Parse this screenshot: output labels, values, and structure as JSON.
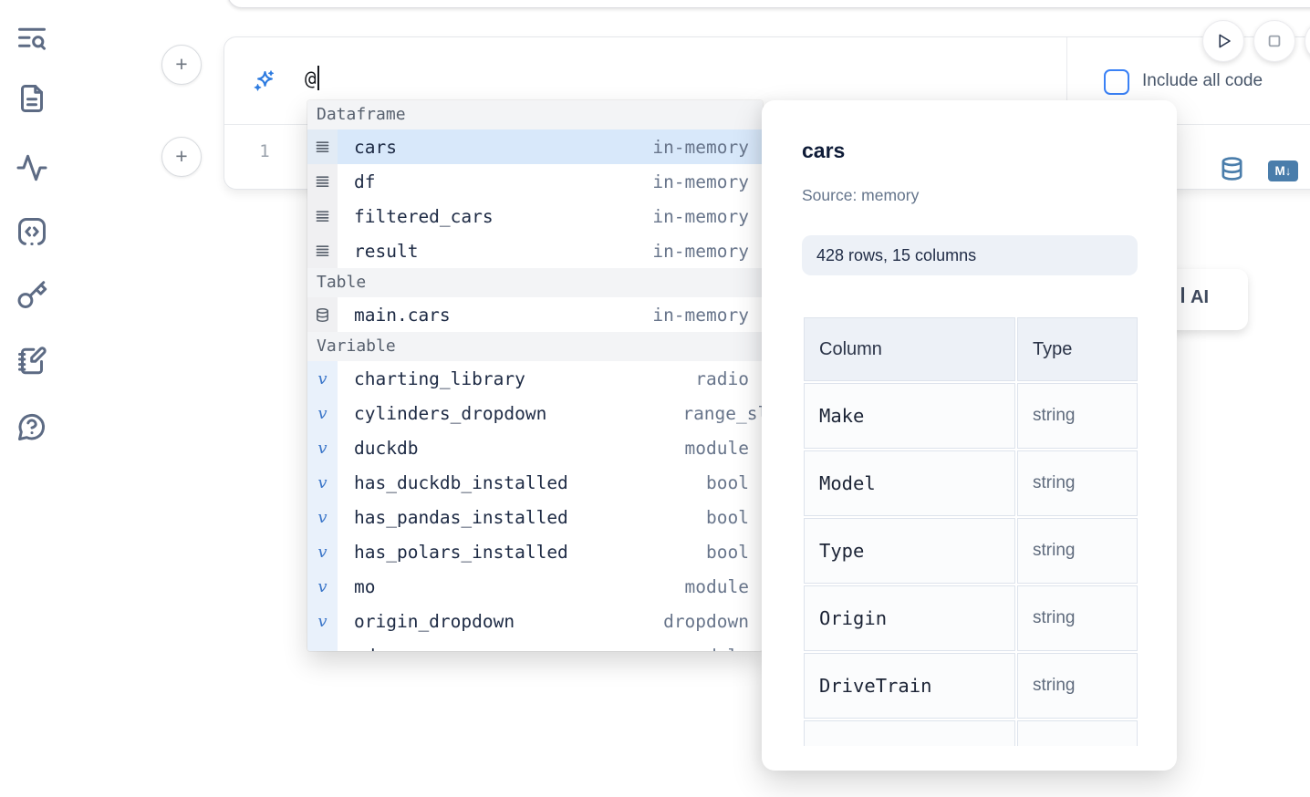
{
  "colors": {
    "accent_blue": "#3b82f6",
    "icon_blue": "#4a7dab",
    "selected_row": "#d8e8fa"
  },
  "sidebar": {
    "items": [
      {
        "icon": "toc-search-icon"
      },
      {
        "icon": "file-document-icon"
      },
      {
        "icon": "activity-icon"
      },
      {
        "icon": "code-snippet-icon"
      },
      {
        "icon": "key-icon"
      },
      {
        "icon": "scratchpad-icon"
      },
      {
        "icon": "help-chat-icon"
      }
    ]
  },
  "cell": {
    "add_button_labels": [
      "+",
      "+"
    ],
    "ai_prompt": {
      "icon": "sparkles-icon",
      "value": "@"
    },
    "include_all_code": {
      "label": "Include all code",
      "checked": false
    },
    "editor": {
      "line_number": "1"
    },
    "toolbar": {
      "database_icon": "database-icon",
      "markdown_badge": "M↓"
    }
  },
  "run_controls": {
    "play_icon": "play-icon",
    "stop_icon": "stop-icon"
  },
  "autocomplete": {
    "sections": [
      {
        "label": "Dataframe",
        "icon": "rows-icon",
        "items": [
          {
            "name": "cars",
            "type": "in-memory",
            "selected": true
          },
          {
            "name": "df",
            "type": "in-memory"
          },
          {
            "name": "filtered_cars",
            "type": "in-memory"
          },
          {
            "name": "result",
            "type": "in-memory"
          }
        ]
      },
      {
        "label": "Table",
        "icon": "database-icon",
        "items": [
          {
            "name": "main.cars",
            "type": "in-memory"
          }
        ]
      },
      {
        "label": "Variable",
        "icon": "variable-icon",
        "items": [
          {
            "name": "charting_library",
            "type": "radio"
          },
          {
            "name": "cylinders_dropdown",
            "type": "range_sli",
            "clipped": true
          },
          {
            "name": "duckdb",
            "type": "module"
          },
          {
            "name": "has_duckdb_installed",
            "type": "bool"
          },
          {
            "name": "has_pandas_installed",
            "type": "bool"
          },
          {
            "name": "has_polars_installed",
            "type": "bool"
          },
          {
            "name": "mo",
            "type": "module"
          },
          {
            "name": "origin_dropdown",
            "type": "dropdown"
          },
          {
            "name": "pd",
            "type": "module"
          }
        ]
      }
    ]
  },
  "preview_panel": {
    "title": "cars",
    "source": "Source: memory",
    "shape_badge": "428 rows, 15 columns",
    "schema_table": {
      "headers": [
        "Column",
        "Type"
      ],
      "rows": [
        [
          "Make",
          "string"
        ],
        [
          "Model",
          "string"
        ],
        [
          "Type",
          "string"
        ],
        [
          "Origin",
          "string"
        ],
        [
          "DriveTrain",
          "string"
        ]
      ]
    }
  },
  "ai_generate_card": {
    "visible_label": "AI"
  }
}
